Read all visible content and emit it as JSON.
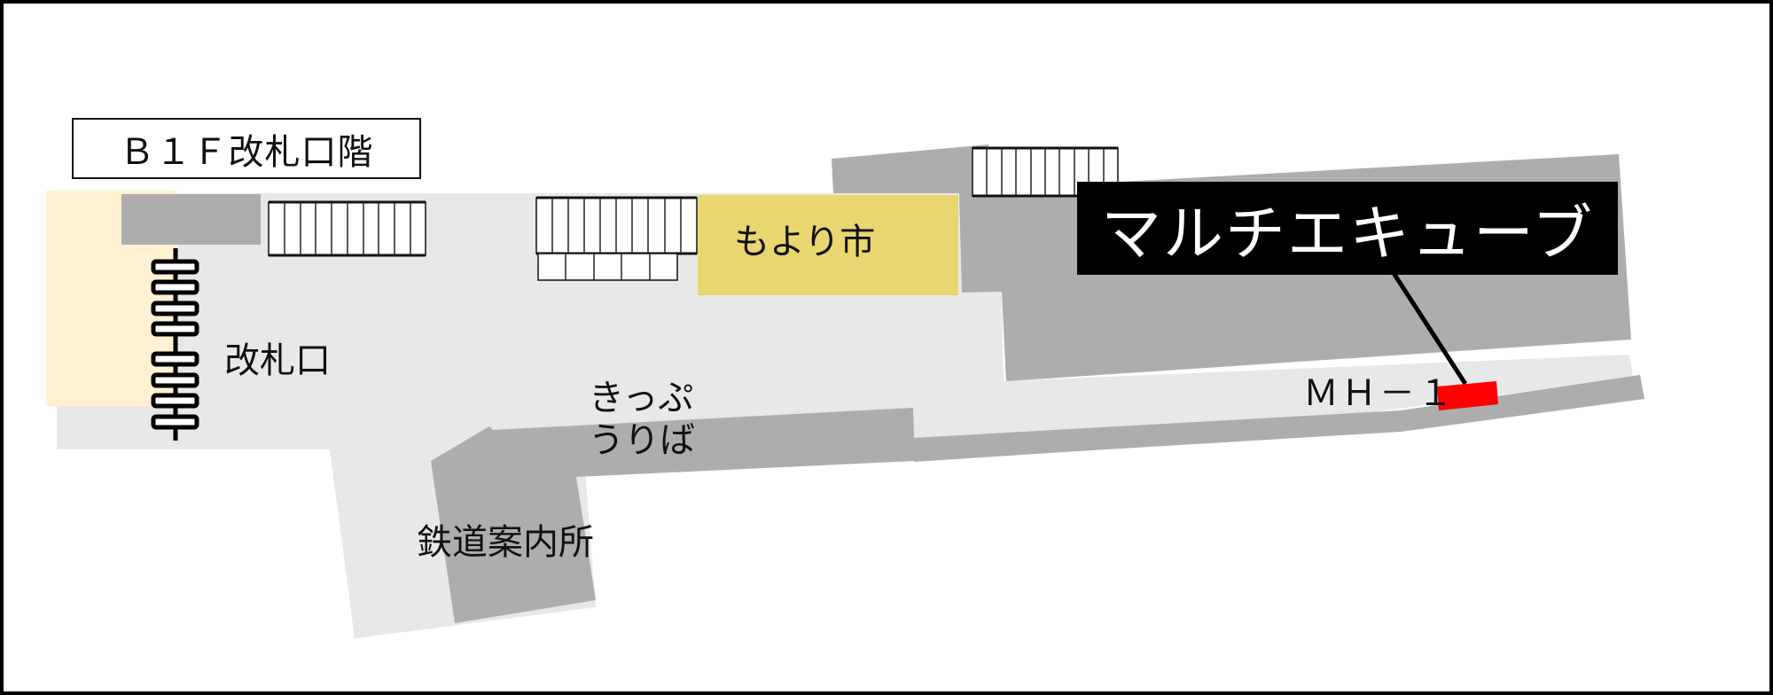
{
  "map": {
    "floor_label": "Ｂ１Ｆ改札口階",
    "callout_label": "マルチエキューブ",
    "labels": {
      "shop": "もより市",
      "ticket_gate": "改札口",
      "ticket_office_line1": "きっぷ",
      "ticket_office_line2": "うりば",
      "railway_info": "鉄道案内所",
      "marker": "ＭＨ－１"
    },
    "colors": {
      "border": "#000000",
      "corridor": "#e8e8e8",
      "wall": "#adadad",
      "shop": "#e8d670",
      "outside_area": "#fff1d2",
      "marker": "#ff0000",
      "callout_bg": "#000000",
      "callout_text": "#ffffff"
    },
    "stairs": [
      {
        "name": "stairs-left",
        "steps": 10
      },
      {
        "name": "stairs-center",
        "steps": 10,
        "lower_steps": 5
      },
      {
        "name": "stairs-right",
        "steps": 10
      }
    ],
    "ticket_gates": {
      "count": 8
    }
  }
}
